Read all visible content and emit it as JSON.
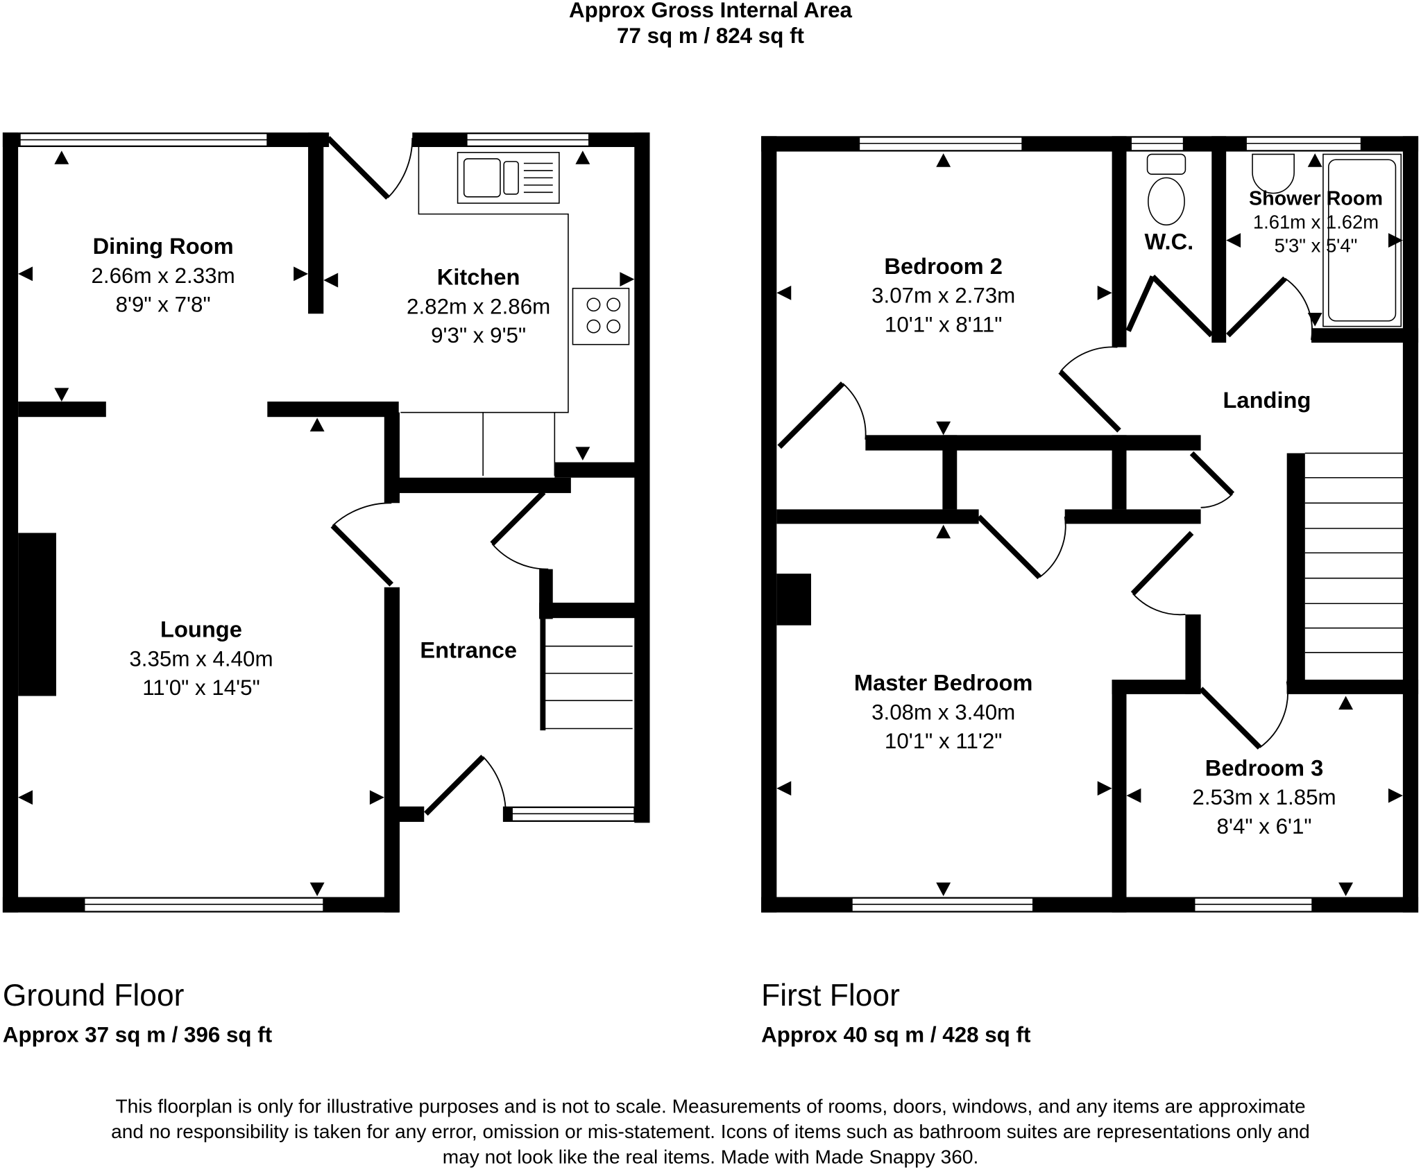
{
  "header": {
    "title": "Approx Gross Internal Area",
    "area": "77 sq m / 824 sq ft"
  },
  "ground_floor": {
    "name": "Ground Floor",
    "area": "Approx 37 sq m / 396 sq ft",
    "rooms": {
      "dining": {
        "name": "Dining Room",
        "metric": "2.66m x 2.33m",
        "imperial": "8'9\" x 7'8\""
      },
      "kitchen": {
        "name": "Kitchen",
        "metric": "2.82m x 2.86m",
        "imperial": "9'3\" x 9'5\""
      },
      "lounge": {
        "name": "Lounge",
        "metric": "3.35m x 4.40m",
        "imperial": "11'0\" x 14'5\""
      },
      "entrance": {
        "name": "Entrance"
      }
    }
  },
  "first_floor": {
    "name": "First Floor",
    "area": "Approx 40 sq m / 428 sq ft",
    "rooms": {
      "bedroom2": {
        "name": "Bedroom 2",
        "metric": "3.07m x 2.73m",
        "imperial": "10'1\" x 8'11\""
      },
      "wc": {
        "name": "W.C."
      },
      "shower": {
        "name": "Shower Room",
        "metric": "1.61m x 1.62m",
        "imperial": "5'3\" x 5'4\""
      },
      "landing": {
        "name": "Landing"
      },
      "master": {
        "name": "Master Bedroom",
        "metric": "3.08m x 3.40m",
        "imperial": "10'1\" x 11'2\""
      },
      "bedroom3": {
        "name": "Bedroom 3",
        "metric": "2.53m x 1.85m",
        "imperial": "8'4\" x 6'1\""
      }
    }
  },
  "disclaimer": [
    "This floorplan is only for illustrative purposes and is not to scale. Measurements of rooms, doors, windows, and any items are approximate",
    "and no responsibility is taken for any error, omission or mis-statement. Icons of items such as bathroom suites are representations only and",
    "may not look like the real items. Made with Made Snappy 360."
  ]
}
